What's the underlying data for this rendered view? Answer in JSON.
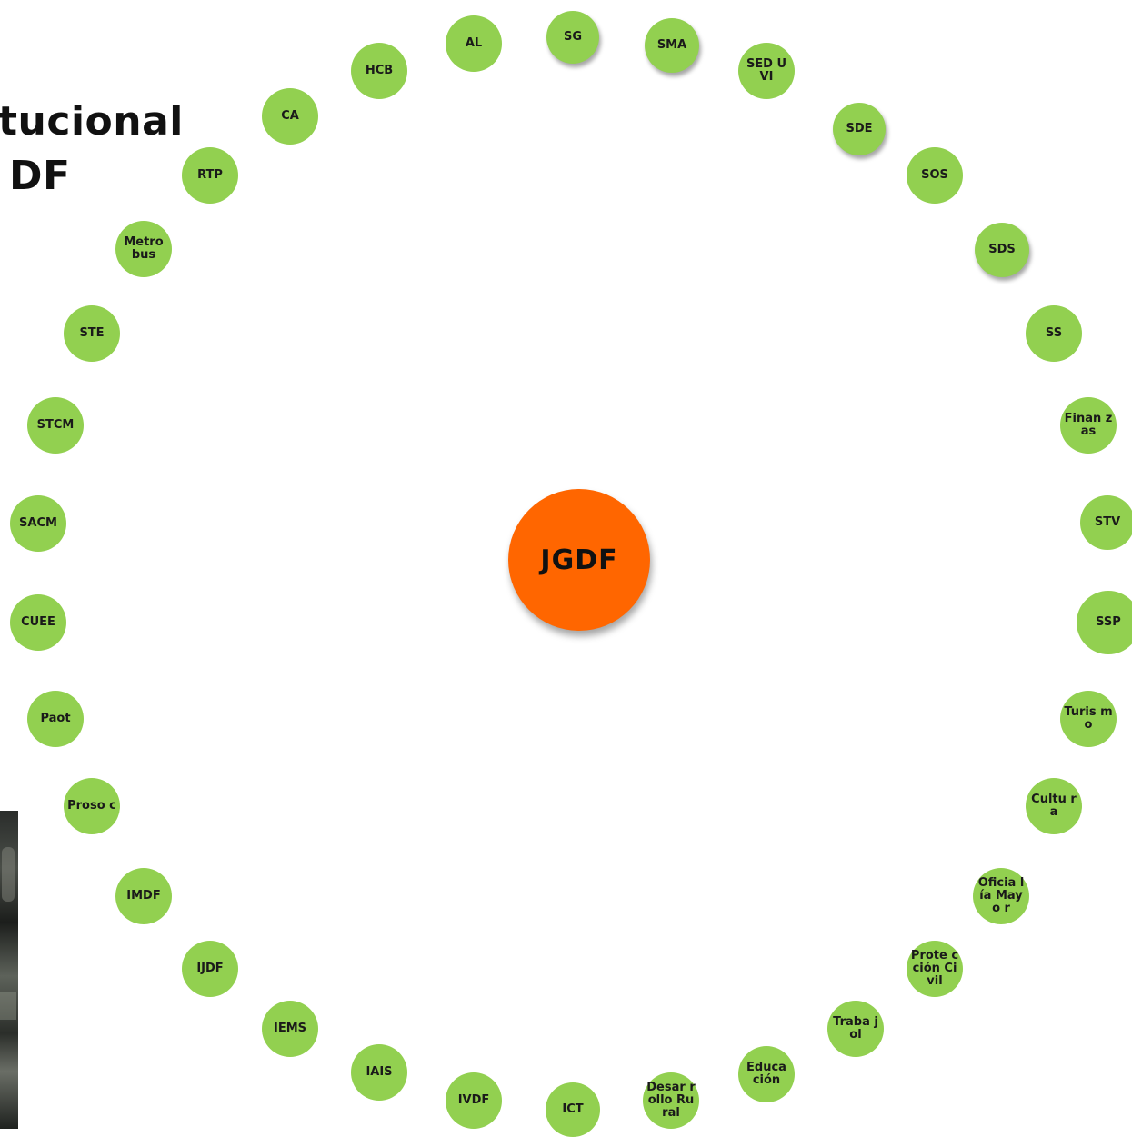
{
  "title": {
    "line1": "tucional",
    "line2": "DF"
  },
  "center": {
    "label": "JGDF",
    "color": "#ff6600"
  },
  "node_color": "#92d050",
  "nodes": [
    {
      "id": "sg",
      "label": "SG"
    },
    {
      "id": "sma",
      "label": "SMA"
    },
    {
      "id": "seduvi",
      "label": "SED UVI"
    },
    {
      "id": "sde",
      "label": "SDE"
    },
    {
      "id": "sos",
      "label": "SOS"
    },
    {
      "id": "sds",
      "label": "SDS"
    },
    {
      "id": "ss",
      "label": "SS"
    },
    {
      "id": "finanzas",
      "label": "Finan zas"
    },
    {
      "id": "stv",
      "label": "STV"
    },
    {
      "id": "ssp",
      "label": "SSP"
    },
    {
      "id": "turismo",
      "label": "Turis mo"
    },
    {
      "id": "cultura",
      "label": "Cultu ra"
    },
    {
      "id": "oficialia-mayor",
      "label": "Oficia lía Mayo r"
    },
    {
      "id": "proteccion-civil",
      "label": "Prote cción Civil"
    },
    {
      "id": "trabajo",
      "label": "Traba jol"
    },
    {
      "id": "educacion",
      "label": "Educa ción"
    },
    {
      "id": "desarrollo-rural",
      "label": "Desar rollo Rural"
    },
    {
      "id": "ict",
      "label": "ICT"
    },
    {
      "id": "ivdf",
      "label": "IVDF"
    },
    {
      "id": "iais",
      "label": "IAIS"
    },
    {
      "id": "iems",
      "label": "IEMS"
    },
    {
      "id": "ijdf",
      "label": "IJDF"
    },
    {
      "id": "imdf",
      "label": "IMDF"
    },
    {
      "id": "prosoc",
      "label": "Proso c"
    },
    {
      "id": "paot",
      "label": "Paot"
    },
    {
      "id": "cuee",
      "label": "CUEE"
    },
    {
      "id": "sacm",
      "label": "SACM"
    },
    {
      "id": "stcm",
      "label": "STCM"
    },
    {
      "id": "ste",
      "label": "STE"
    },
    {
      "id": "metrobus",
      "label": "Metro bus"
    },
    {
      "id": "rtp",
      "label": "RTP"
    },
    {
      "id": "ca",
      "label": "CA"
    },
    {
      "id": "hcb",
      "label": "HCB"
    },
    {
      "id": "al",
      "label": "AL"
    }
  ]
}
